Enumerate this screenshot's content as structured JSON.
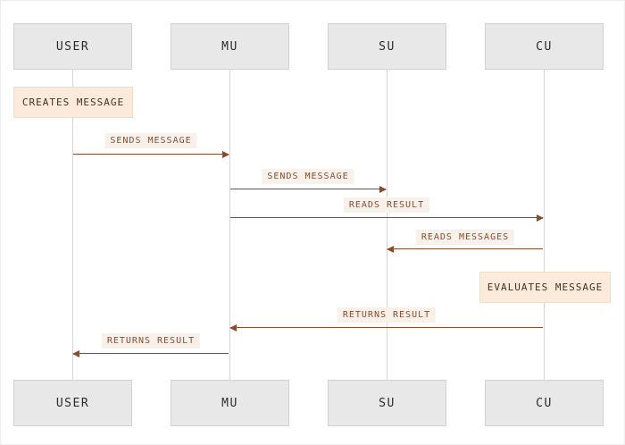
{
  "diagram": {
    "type": "sequence",
    "actors": [
      {
        "name": "USER"
      },
      {
        "name": "MU"
      },
      {
        "name": "SU"
      },
      {
        "name": "CU"
      }
    ],
    "notes": [
      {
        "label": "CREATES MESSAGE",
        "actor": "USER"
      },
      {
        "label": "EVALUATES MESSAGE",
        "actor": "CU"
      }
    ],
    "messages": [
      {
        "label": "SENDS MESSAGE",
        "from": "USER",
        "to": "MU"
      },
      {
        "label": "SENDS MESSAGE",
        "from": "MU",
        "to": "SU"
      },
      {
        "label": "READS RESULT",
        "from": "MU",
        "to": "CU"
      },
      {
        "label": "READS MESSAGES",
        "from": "CU",
        "to": "SU"
      },
      {
        "label": "RETURNS RESULT",
        "from": "CU",
        "to": "MU"
      },
      {
        "label": "RETURNS RESULT",
        "from": "MU",
        "to": "USER"
      }
    ],
    "colors": {
      "actor_bg": "#e8e8e8",
      "actor_border": "#d2d2d2",
      "note_bg": "#fcebdb",
      "arrow": "#8f4a2d",
      "label_text": "#8f4a2d",
      "lifeline": "#d6d6d6",
      "background": "#ffffff"
    }
  }
}
